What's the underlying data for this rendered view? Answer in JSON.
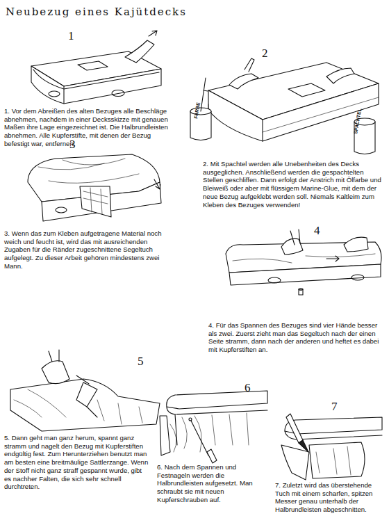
{
  "diagram": {
    "title": "Neubezug eines Kajütdecks",
    "labels": [
      "1",
      "1. Vor dem Abreißen des alten Bezuges alle Beschläge abnehmen, nachdem in einer Decksskizze mit genauen Maßen ihre Lage eingezeichnet ist. Die Halbrundleisten abnehmen. Alle Kupferstifte, mit denen der Bezug befestigt war, entfernen.",
      "2",
      "FARBE",
      "SPACHTEL",
      "2. Mit Spachtel werden alle Unebenheiten des Decks ausgeglichen. Anschließend werden die gespachtelten Stellen geschliffen. Dann erfolgt der Anstrich mit Ölfarbe und Bleiweiß oder aber mit flüssigem Marine-Glue, mit dem der neue Bezug aufgeklebt werden soll. Niemals Kaltleim zum Kleben des Bezuges verwenden!",
      "3",
      "3. Wenn das zum Kleben aufgetragene Material noch weich und feucht ist, wird das mit ausreichenden Zugaben für die Ränder zugeschnittene Segeltuch aufgelegt. Zu dieser Arbeit gehören mindestens zwei Mann.",
      "4",
      "4. Für das Spannen des Bezuges sind vier Hände besser als zwei. Zuerst zieht man das Segeltuch nach der einen Seite stramm, dann nach der anderen und heftet es dabei mit Kupferstiften an.",
      "5",
      "5. Dann geht man ganz herum, spannt ganz stramm und nagelt den Bezug mit Kupferstiften endgültig fest. Zum Herunterziehen benutzt man am besten eine breitmäulige Sattlerzange. Wenn der Stoff nicht ganz straff gespannt wurde, gibt es nachher Falten, die sich sehr schnell durchtreten.",
      "6",
      "6. Nach dem Spannen und Festnageln werden die Halbrundleisten aufgesetzt. Man schraubt sie mit neuen Kupferschrauben auf.",
      "7",
      "7. Zuletzt wird das überstehende Tuch mit einem scharfen, spitzen Messer genau unterhalb der Halbrundleisten abgeschnitten."
    ]
  }
}
